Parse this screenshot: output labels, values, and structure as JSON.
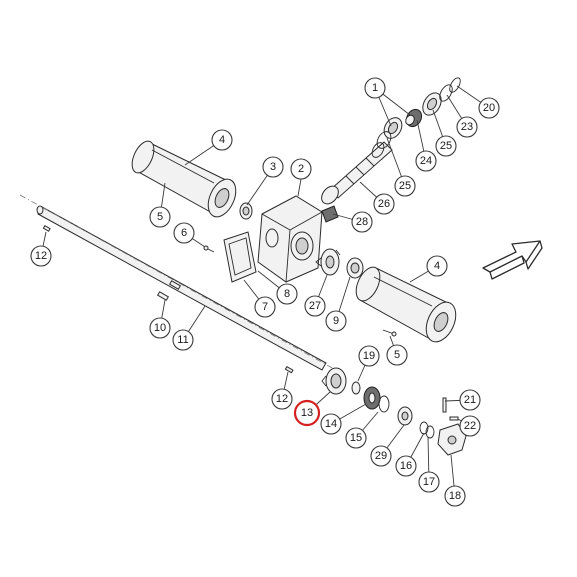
{
  "diagram": {
    "highlight_color": "#d42020",
    "line_color": "#3a3a3a",
    "callouts": [
      {
        "id": "c1",
        "label": "1"
      },
      {
        "id": "c2",
        "label": "2"
      },
      {
        "id": "c3",
        "label": "3"
      },
      {
        "id": "c4a",
        "label": "4"
      },
      {
        "id": "c4b",
        "label": "4"
      },
      {
        "id": "c5a",
        "label": "5"
      },
      {
        "id": "c5b",
        "label": "5"
      },
      {
        "id": "c6",
        "label": "6"
      },
      {
        "id": "c7",
        "label": "7"
      },
      {
        "id": "c8",
        "label": "8"
      },
      {
        "id": "c9",
        "label": "9"
      },
      {
        "id": "c10",
        "label": "10"
      },
      {
        "id": "c11",
        "label": "11"
      },
      {
        "id": "c12a",
        "label": "12"
      },
      {
        "id": "c12b",
        "label": "12"
      },
      {
        "id": "c13",
        "label": "13",
        "highlighted": true
      },
      {
        "id": "c14",
        "label": "14"
      },
      {
        "id": "c15",
        "label": "15"
      },
      {
        "id": "c16",
        "label": "16"
      },
      {
        "id": "c17",
        "label": "17"
      },
      {
        "id": "c18",
        "label": "18"
      },
      {
        "id": "c19",
        "label": "19"
      },
      {
        "id": "c20",
        "label": "20"
      },
      {
        "id": "c21",
        "label": "21"
      },
      {
        "id": "c22",
        "label": "22"
      },
      {
        "id": "c23",
        "label": "23"
      },
      {
        "id": "c24",
        "label": "24"
      },
      {
        "id": "c25a",
        "label": "25"
      },
      {
        "id": "c25b",
        "label": "25"
      },
      {
        "id": "c26",
        "label": "26"
      },
      {
        "id": "c27",
        "label": "27"
      },
      {
        "id": "c28",
        "label": "28"
      },
      {
        "id": "c29",
        "label": "29"
      }
    ],
    "direction_arrow_icon": "direction-arrow-icon"
  }
}
